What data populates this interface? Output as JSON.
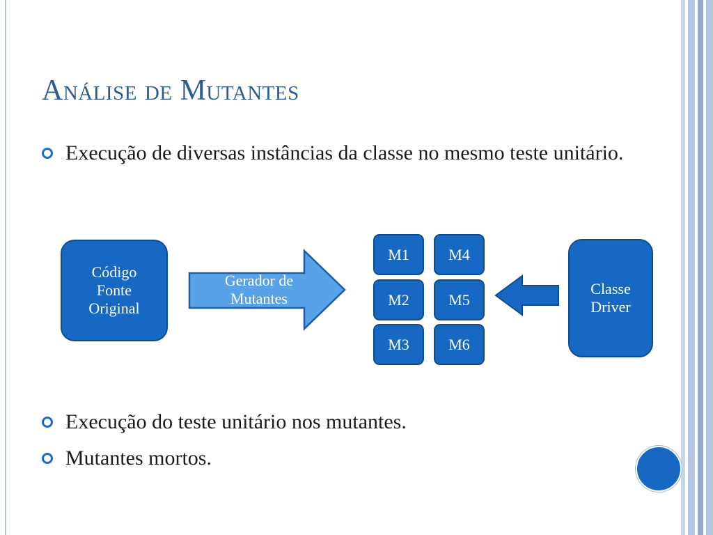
{
  "slide": {
    "title": "Análise de Mutantes",
    "bullets": [
      "Execução de diversas instâncias da classe no mesmo teste unitário.",
      "Execução do teste unitário nos mutantes.",
      "Mutantes mortos."
    ]
  },
  "diagram": {
    "source_box": "Código\nFonte\nOriginal",
    "generator_arrow": "Gerador de\nMutantes",
    "mutants": [
      "M1",
      "M4",
      "M2",
      "M5",
      "M3",
      "M6"
    ],
    "driver_box": "Classe\nDriver"
  },
  "colors": {
    "accent": "#1668c2",
    "title": "#2c5c8f",
    "arrow_fill": "#5aa2e8"
  }
}
